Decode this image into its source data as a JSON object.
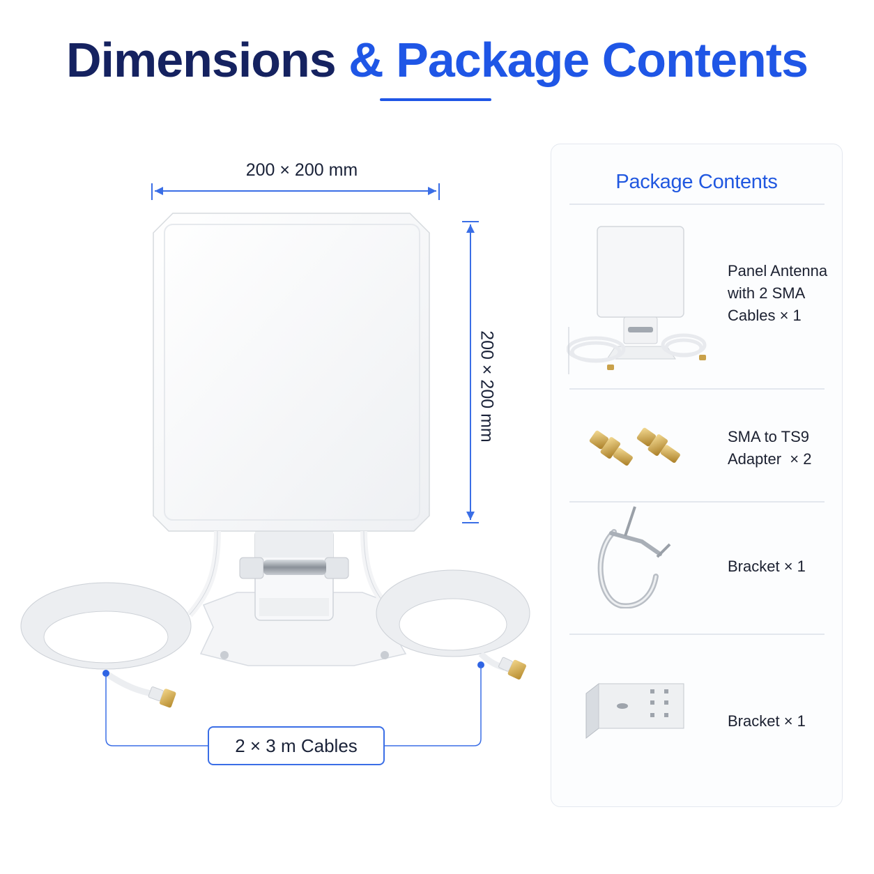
{
  "header": {
    "title_dark": "Dimensions",
    "title_accent": "& Package Contents"
  },
  "dimensions": {
    "width_label": "200 × 200 mm",
    "height_label": "200 × 200 mm",
    "cables_label": "2 × 3 m Cables"
  },
  "package": {
    "title": "Package Contents",
    "items": [
      {
        "lines": [
          "Panel Antenna",
          "with 2 SMA",
          "Cables × 1"
        ],
        "icon": "panel-antenna-icon"
      },
      {
        "lines": [
          "SMA to TS9",
          "Adapter  × 2"
        ],
        "icon": "adapter-icon"
      },
      {
        "lines": [
          "Bracket × 1"
        ],
        "icon": "clamp-bracket-icon"
      },
      {
        "lines": [
          "Bracket × 1"
        ],
        "icon": "l-bracket-icon"
      }
    ]
  },
  "colors": {
    "title_dark": "#152260",
    "accent": "#1f56e6",
    "text": "#1a2238"
  }
}
